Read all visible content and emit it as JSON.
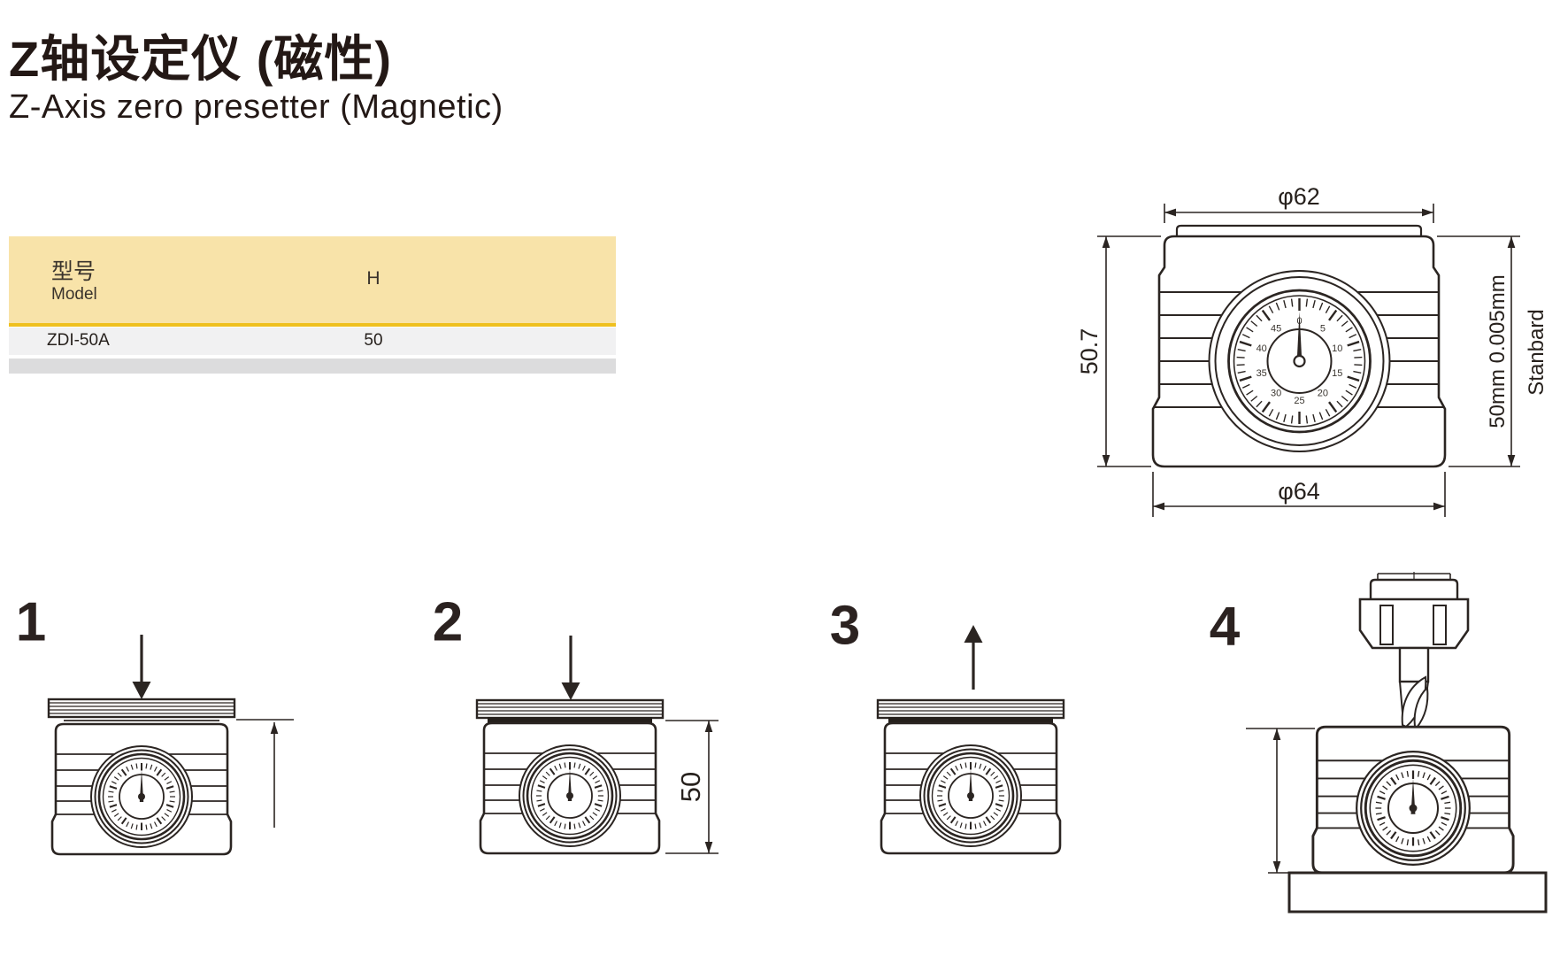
{
  "page": {
    "title_cn": "Z轴设定仪 (磁性)",
    "title_en": "Z-Axis zero presetter (Magnetic)"
  },
  "table": {
    "header": {
      "model_cn": "型号",
      "model_en": "Model",
      "h_col": "H"
    },
    "rows": [
      {
        "model": "ZDI-50A",
        "h": "50"
      }
    ]
  },
  "diagram": {
    "dims": {
      "top_diameter": "φ62",
      "body_height": "50.7",
      "bottom_diameter": "φ64",
      "accuracy_and_height": "50mm   0.005mm",
      "standard_label": "Stanbard"
    },
    "dial_numbers": [
      "0",
      "5",
      "10",
      "15",
      "20",
      "25",
      "30",
      "35",
      "40",
      "45"
    ]
  },
  "steps": {
    "labels": [
      "1",
      "2",
      "3",
      "4"
    ],
    "step2_height": "50"
  },
  "colors": {
    "table_header_bg": "#F8E3A9",
    "gold_line": "#EFC01E",
    "row_bg": "#F1F1F2",
    "row_empty_bg": "#DCDCDD",
    "line_art": "#2b2522",
    "text": "#231815"
  }
}
